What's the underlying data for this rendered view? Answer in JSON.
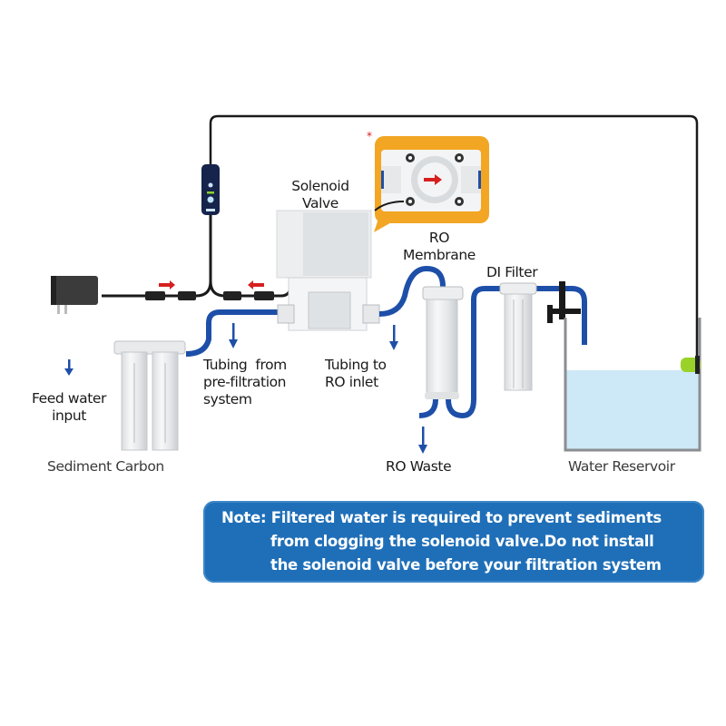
{
  "diagram": {
    "title": "Solenoid valve installation in RO water filtration system",
    "labels": {
      "solenoid_valve": "Solenoid\nValve",
      "ro_membrane": "RO\nMembrane",
      "di_filter": "DI Filter",
      "feed_water": "Feed water\ninput",
      "tubing_from": "Tubing  from\npre-filtration\nsystem",
      "tubing_to": "Tubing to\nRO inlet",
      "sediment_carbon": "Sediment Carbon",
      "ro_waste": "RO Waste",
      "water_reservoir": "Water Reservoir"
    },
    "note": {
      "line1": "Note: Filtered water is required to prevent sediments",
      "line2": "from clogging the solenoid valve.Do not install",
      "line3": "the solenoid valve before your filtration system"
    },
    "callout_marker": "*",
    "colors": {
      "tubing": "#1e4fa8",
      "note_bg": "#1f6fb8",
      "callout_bg": "#f2a623",
      "arrow_red": "#d62020",
      "water": "#cde8f6",
      "sensor": "#9ad22a"
    }
  }
}
